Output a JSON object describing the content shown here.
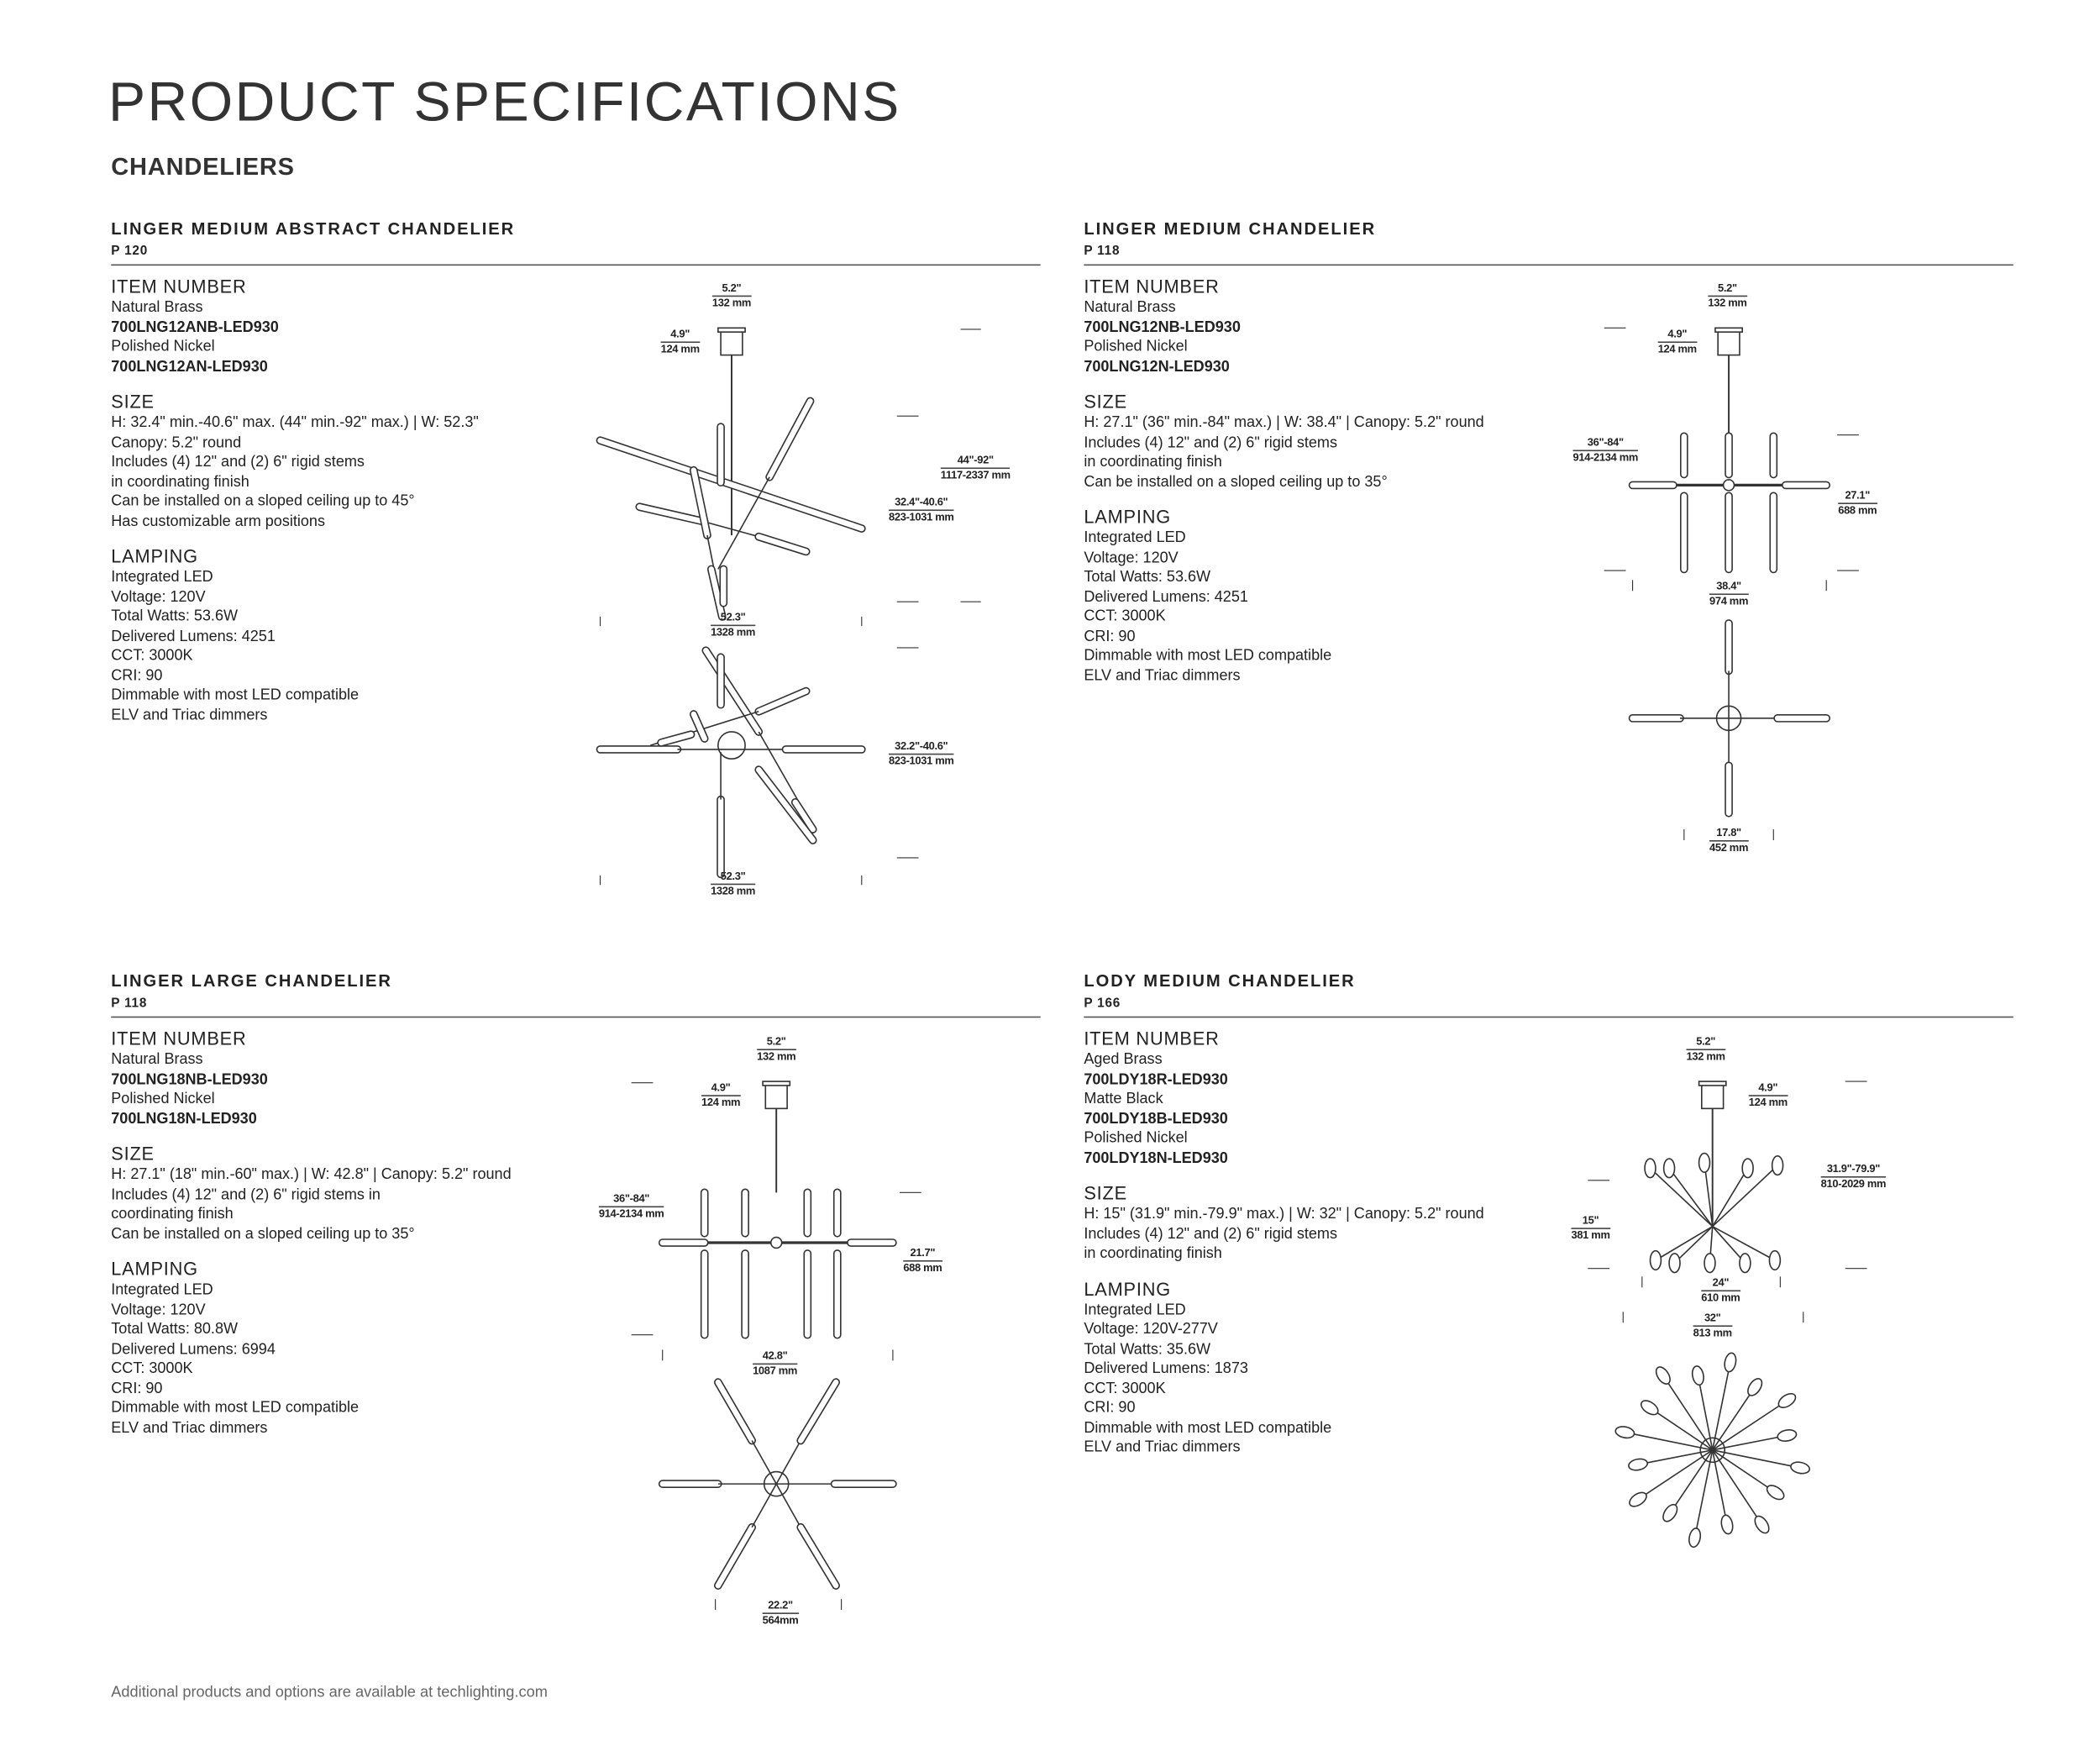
{
  "title": "PRODUCT SPECIFICATIONS",
  "subtitle": "CHANDELIERS",
  "products": [
    {
      "name": "LINGER MEDIUM ABSTRACT CHANDELIER",
      "page": "P 120",
      "item_heading": "ITEM NUMBER",
      "items": [
        {
          "finish": "Natural Brass",
          "code": "700LNG12ANB-LED930"
        },
        {
          "finish": "Polished Nickel",
          "code": "700LNG12AN-LED930"
        }
      ],
      "size_heading": "SIZE",
      "size": [
        "H: 32.4\" min.-40.6\" max. (44\" min.-92\" max.) | W: 52.3\"",
        "Canopy: 5.2\" round",
        "Includes (4) 12\" and (2) 6\" rigid stems",
        "in coordinating finish",
        "Can be installed on a sloped ceiling up to 45°",
        "Has customizable arm positions"
      ],
      "lamping_heading": "LAMPING",
      "lamping": [
        "Integrated LED",
        "Voltage: 120V",
        "Total Watts: 53.6W",
        "Delivered Lumens: 4251",
        "CCT: 3000K",
        "CRI: 90",
        "Dimmable with most LED compatible",
        "ELV and Triac dimmers"
      ],
      "dims": [
        {
          "in": "5.2\"",
          "mm": "132 mm"
        },
        {
          "in": "4.9\"",
          "mm": "124 mm"
        },
        {
          "in": "44\"-92\"",
          "mm": "1117-2337 mm"
        },
        {
          "in": "32.4\"-40.6\"",
          "mm": "823-1031 mm"
        },
        {
          "in": "52.3\"",
          "mm": "1328 mm"
        },
        {
          "in": "32.2\"-40.6\"",
          "mm": "823-1031 mm"
        },
        {
          "in": "52.3\"",
          "mm": "1328 mm"
        }
      ]
    },
    {
      "name": "LINGER MEDIUM CHANDELIER",
      "page": "P 118",
      "item_heading": "ITEM NUMBER",
      "items": [
        {
          "finish": "Natural Brass",
          "code": "700LNG12NB-LED930"
        },
        {
          "finish": "Polished Nickel",
          "code": "700LNG12N-LED930"
        }
      ],
      "size_heading": "SIZE",
      "size": [
        "H: 27.1\" (36\" min.-84\" max.) | W: 38.4\" | Canopy: 5.2\" round",
        "Includes (4) 12\" and (2) 6\" rigid stems",
        "in coordinating finish",
        "Can be installed on a sloped ceiling up to 35°"
      ],
      "lamping_heading": "LAMPING",
      "lamping": [
        "Integrated LED",
        "Voltage: 120V",
        "Total Watts: 53.6W",
        "Delivered Lumens: 4251",
        "CCT: 3000K",
        "CRI: 90",
        "Dimmable with most LED compatible",
        "ELV and Triac dimmers"
      ],
      "dims": [
        {
          "in": "5.2\"",
          "mm": "132 mm"
        },
        {
          "in": "4.9\"",
          "mm": "124 mm"
        },
        {
          "in": "36\"-84\"",
          "mm": "914-2134 mm"
        },
        {
          "in": "27.1\"",
          "mm": "688 mm"
        },
        {
          "in": "38.4\"",
          "mm": "974 mm"
        },
        {
          "in": "17.8\"",
          "mm": "452 mm"
        }
      ]
    },
    {
      "name": "LINGER LARGE CHANDELIER",
      "page": "P 118",
      "item_heading": "ITEM NUMBER",
      "items": [
        {
          "finish": "Natural Brass",
          "code": "700LNG18NB-LED930"
        },
        {
          "finish": "Polished Nickel",
          "code": "700LNG18N-LED930"
        }
      ],
      "size_heading": "SIZE",
      "size": [
        "H: 27.1\" (18\" min.-60\" max.) | W: 42.8\" | Canopy: 5.2\" round",
        "Includes (4) 12\" and (2) 6\" rigid stems in",
        "coordinating finish",
        "Can be installed on a sloped ceiling up to 35°"
      ],
      "lamping_heading": "LAMPING",
      "lamping": [
        "Integrated LED",
        "Voltage: 120V",
        "Total Watts: 80.8W",
        "Delivered Lumens: 6994",
        "CCT: 3000K",
        "CRI: 90",
        "Dimmable with most LED compatible",
        "ELV and Triac dimmers"
      ],
      "dims": [
        {
          "in": "5.2\"",
          "mm": "132 mm"
        },
        {
          "in": "4.9\"",
          "mm": "124 mm"
        },
        {
          "in": "36\"-84\"",
          "mm": "914-2134 mm"
        },
        {
          "in": "21.7\"",
          "mm": "688 mm"
        },
        {
          "in": "42.8\"",
          "mm": "1087 mm"
        },
        {
          "in": "22.2\"",
          "mm": "564mm"
        }
      ]
    },
    {
      "name": "LODY MEDIUM CHANDELIER",
      "page": "P 166",
      "item_heading": "ITEM NUMBER",
      "items": [
        {
          "finish": "Aged Brass",
          "code": "700LDY18R-LED930"
        },
        {
          "finish": "Matte Black",
          "code": "700LDY18B-LED930"
        },
        {
          "finish": "Polished Nickel",
          "code": "700LDY18N-LED930"
        }
      ],
      "size_heading": "SIZE",
      "size": [
        "H: 15\" (31.9\" min.-79.9\" max.) | W: 32\" | Canopy: 5.2\" round",
        "Includes (4) 12\" and (2) 6\" rigid stems",
        "in coordinating finish"
      ],
      "lamping_heading": "LAMPING",
      "lamping": [
        "Integrated LED",
        "Voltage: 120V-277V",
        "Total Watts: 35.6W",
        "Delivered Lumens: 1873",
        "CCT: 3000K",
        "CRI: 90",
        "Dimmable with most LED compatible",
        "ELV and Triac dimmers"
      ],
      "dims": [
        {
          "in": "5.2\"",
          "mm": "132 mm"
        },
        {
          "in": "4.9\"",
          "mm": "124 mm"
        },
        {
          "in": "31.9\"-79.9\"",
          "mm": "810-2029 mm"
        },
        {
          "in": "15\"",
          "mm": "381 mm"
        },
        {
          "in": "24\"",
          "mm": "610 mm"
        },
        {
          "in": "32\"",
          "mm": "813 mm"
        }
      ]
    }
  ],
  "footer": "Additional products and options are available at techlighting.com"
}
